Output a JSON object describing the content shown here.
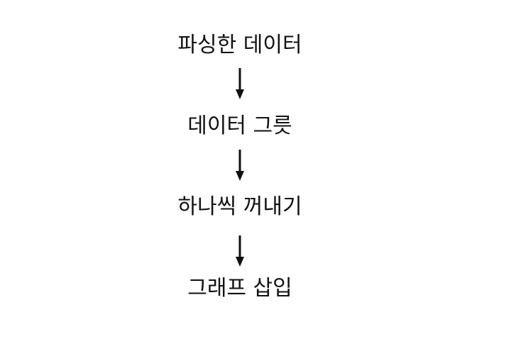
{
  "steps": [
    {
      "label": "파싱한 데이터"
    },
    {
      "label": "데이터 그릇"
    },
    {
      "label": "하나씩 꺼내기"
    },
    {
      "label": "그래프 삽입"
    }
  ],
  "colors": {
    "text": "#111111",
    "arrow": "#111111",
    "background": "#ffffff"
  },
  "icons": [
    "arrow-down-icon"
  ]
}
